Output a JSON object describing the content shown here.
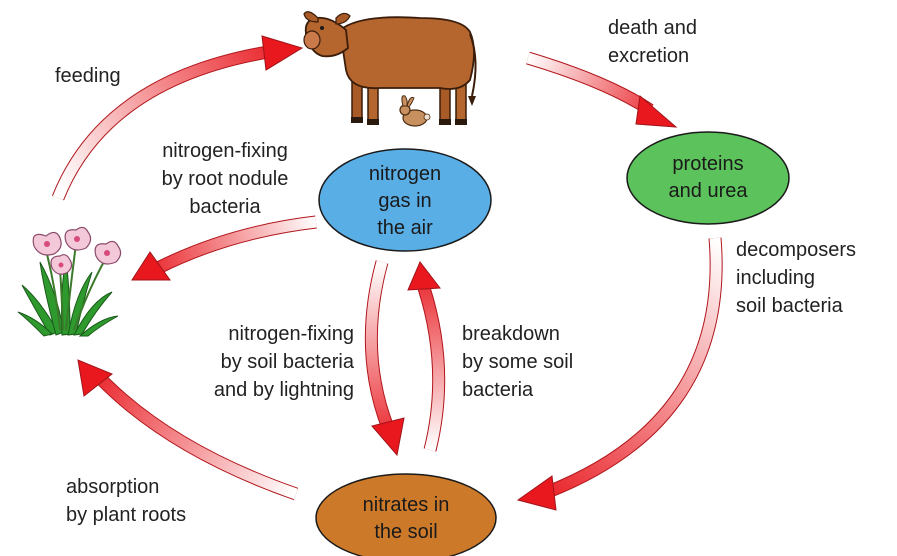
{
  "nodes": {
    "nitrogen_gas": {
      "lines": [
        "nitrogen",
        "gas in",
        "the air"
      ],
      "color": "#5aaee6"
    },
    "proteins_urea": {
      "lines": [
        "proteins",
        "and urea"
      ],
      "color": "#5cc25c"
    },
    "nitrates": {
      "lines": [
        "nitrates in",
        "the soil"
      ],
      "color": "#cc7a2a"
    }
  },
  "labels": {
    "feeding": [
      "feeding"
    ],
    "death": [
      "death and",
      "excretion"
    ],
    "root_nodule": [
      "nitrogen-fixing",
      "by root nodule",
      "bacteria"
    ],
    "decomposers": [
      "decomposers",
      "including",
      "soil bacteria"
    ],
    "soil_bacteria": [
      "nitrogen-fixing",
      "by soil bacteria",
      "and by lightning"
    ],
    "breakdown": [
      "breakdown",
      "by some soil",
      "bacteria"
    ],
    "absorption": [
      "absorption",
      "by plant roots"
    ]
  },
  "colors": {
    "arrow": "#e8181e",
    "arrow_fade": "#ffffff",
    "cow": "#b5652e",
    "plant": "#2e9a2e",
    "flower": "#f3c8d8"
  },
  "icons": [
    "cow-icon",
    "rabbit-icon",
    "plant-icon"
  ]
}
